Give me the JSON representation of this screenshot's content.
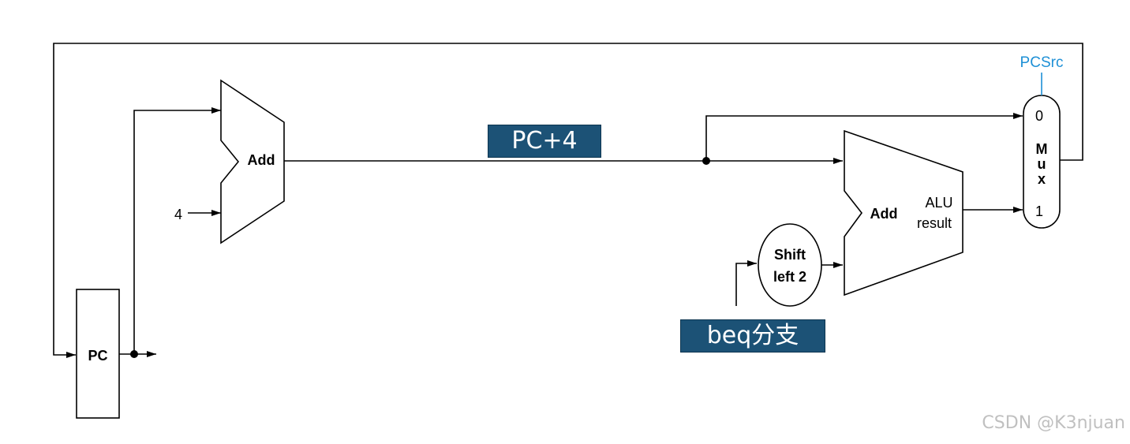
{
  "pc": {
    "label": "PC"
  },
  "adder_pc": {
    "label": "Add",
    "constant": "4"
  },
  "adder_branch": {
    "label": "Add",
    "result_line1": "ALU",
    "result_line2": "result"
  },
  "shift": {
    "line1": "Shift",
    "line2": "left 2"
  },
  "mux": {
    "control": "PCSrc",
    "in0": "0",
    "in1": "1",
    "l1": "M",
    "l2": "u",
    "l3": "x"
  },
  "tags": {
    "pc_plus_4": "PC+4",
    "beq_branch": "beq分支"
  },
  "watermark": "CSDN @K3njuan",
  "colors": {
    "control": "#1e90d6",
    "tag_bg": "#1c5276"
  }
}
